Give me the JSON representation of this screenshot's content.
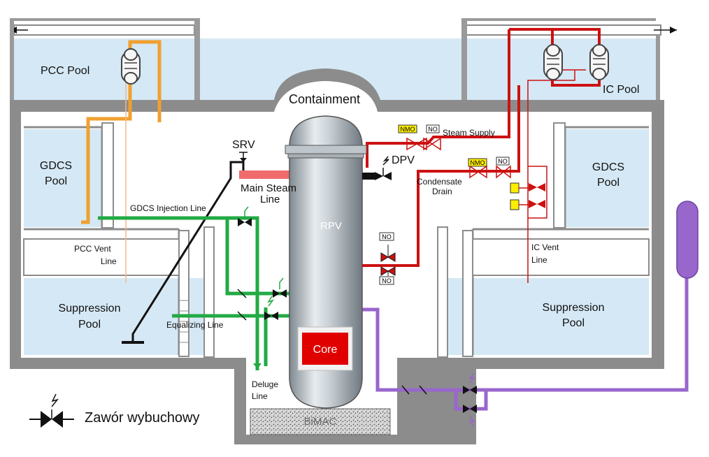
{
  "labels": {
    "pcc_pool": "PCC Pool",
    "ic_pool": "IC Pool",
    "containment": "Containment",
    "gdcs_pool_left_1": "GDCS",
    "gdcs_pool_left_2": "Pool",
    "gdcs_pool_right_1": "GDCS",
    "gdcs_pool_right_2": "Pool",
    "srv": "SRV",
    "main_steam_line_1": "Main Steam",
    "main_steam_line_2": "Line",
    "dpv": "DPV",
    "steam_supply": "Steam Supply",
    "condensate_drain_1": "Condensate",
    "condensate_drain_2": "Drain",
    "gdcs_injection_line": "GDCS Injection Line",
    "pcc_vent_line_1": "PCC Vent",
    "pcc_vent_line_2": "Line",
    "ic_vent_line_1": "IC Vent",
    "ic_vent_line_2": "Line",
    "rpv": "RPV",
    "core": "Core",
    "suppression_pool_left_1": "Suppression",
    "suppression_pool_left_2": "Pool",
    "suppression_pool_right_1": "Suppression",
    "suppression_pool_right_2": "Pool",
    "equalizing_line": "Equalizing Line",
    "deluge_line_1": "Deluge",
    "deluge_line_2": "Line",
    "bimac": "BiMAC"
  },
  "valve_tags": {
    "nmo": "NMO",
    "no": "NO"
  },
  "legend": {
    "squib_valve": "Zawór wybuchowy"
  },
  "colors": {
    "water": "#d5e8f5",
    "concrete": "#8c8c8c",
    "pcc_line": "#f0a030",
    "steam_line": "#cc1111",
    "gdcs_line": "#22aa44",
    "purple_line": "#9966cc",
    "core": "#e00000",
    "tag_yellow": "#ffee00"
  }
}
